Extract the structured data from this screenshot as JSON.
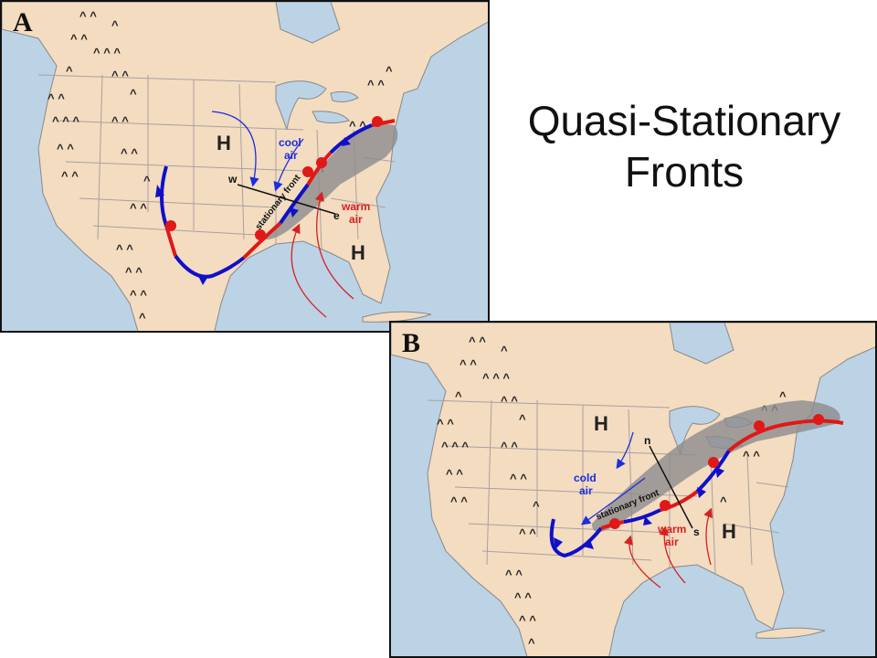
{
  "title": {
    "line1": "Quasi-Stationary",
    "line2": "Fronts"
  },
  "colors": {
    "ocean": "#bcd3e6",
    "land": "#f3dcc0",
    "border": "#a9a0a0",
    "cold_front": "#1010c8",
    "warm_front": "#e01818",
    "cloud": "#8c8c8c",
    "cold_arrow": "#1a2ee0",
    "warm_arrow": "#d82020"
  },
  "panel_a": {
    "letter": "A",
    "high_1": "H",
    "high_2": "H",
    "cool_air_1": "cool",
    "cool_air_2": "air",
    "warm_air_1": "warm",
    "warm_air_2": "air",
    "front_label": "stationary front",
    "cross_w": "w",
    "cross_e": "e"
  },
  "panel_b": {
    "letter": "B",
    "high_1": "H",
    "high_2": "H",
    "cold_air_1": "cold",
    "cold_air_2": "air",
    "warm_air_1": "warm",
    "warm_air_2": "air",
    "front_label": "stationary front",
    "cross_n": "n",
    "cross_s": "s"
  }
}
